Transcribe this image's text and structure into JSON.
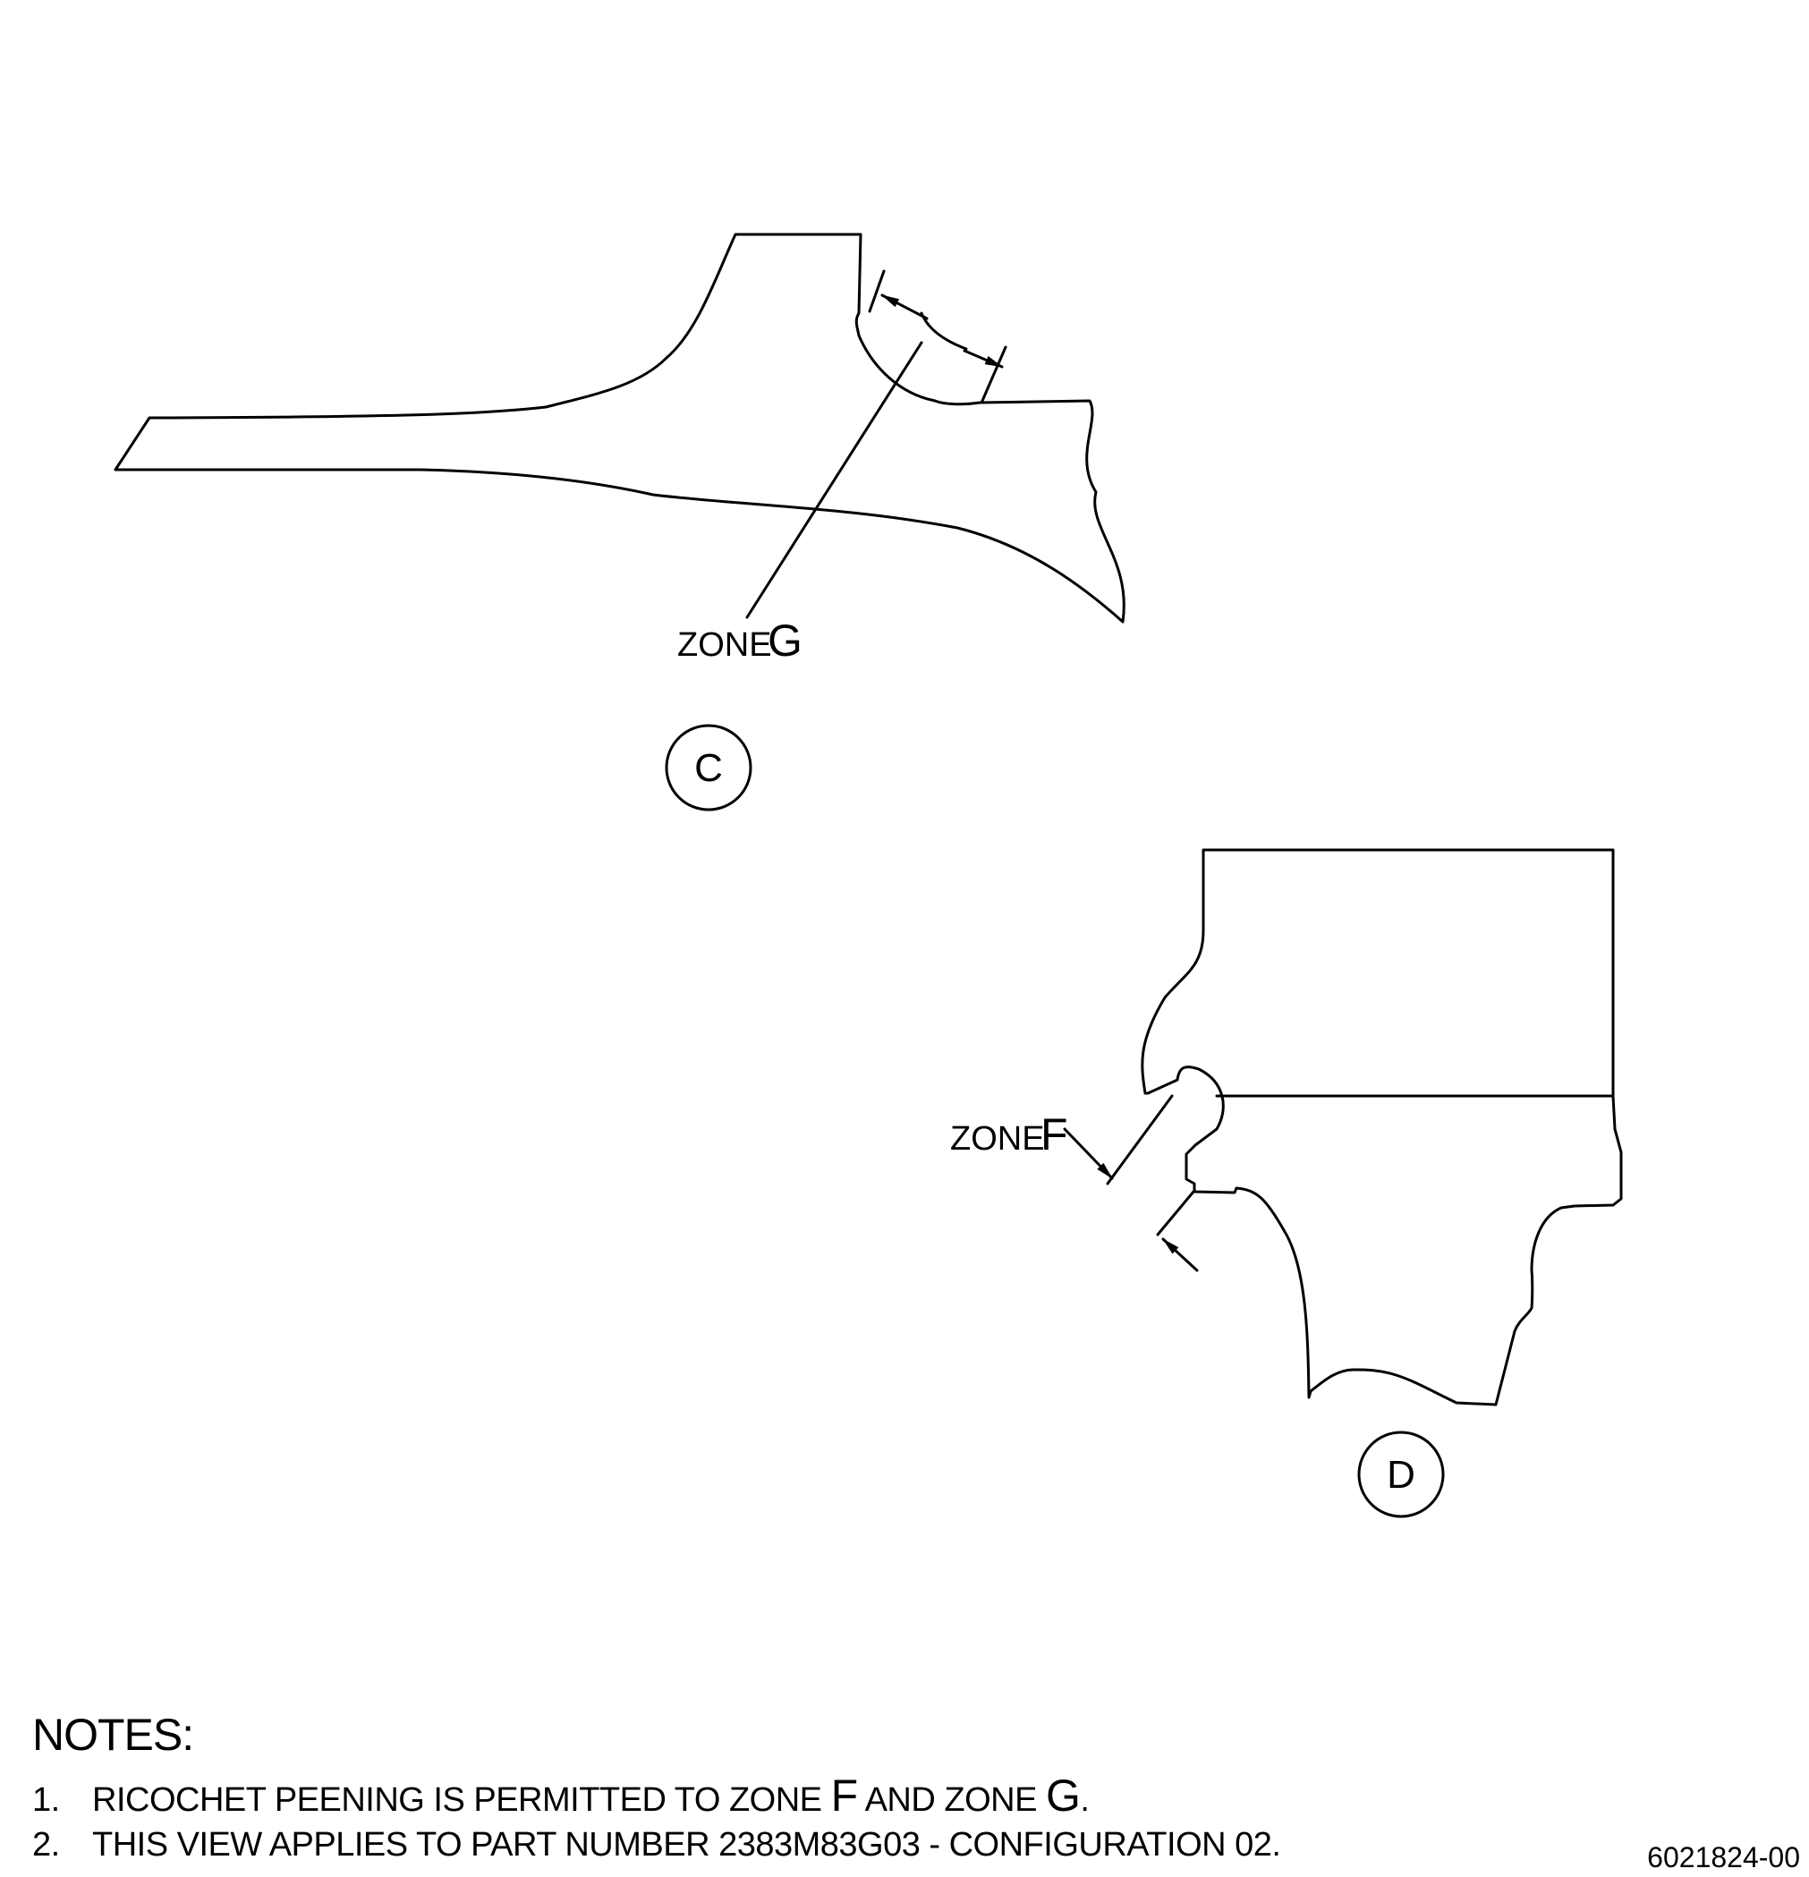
{
  "view_c": {
    "zone_prefix": "ZONE",
    "zone_letter": "G",
    "view_label": "C"
  },
  "view_d": {
    "zone_prefix": "ZONE",
    "zone_letter": "F",
    "view_label": "D"
  },
  "notes": {
    "title": "NOTES:",
    "items": [
      {
        "number": "1.",
        "text_a": "RICOCHET PEENING IS PERMITTED TO ZONE ",
        "zone_1": "F",
        "text_b": " AND ZONE ",
        "zone_2": "G",
        "text_c": "."
      },
      {
        "number": "2.",
        "text": "THIS VIEW APPLIES TO PART NUMBER 2383M83G03 - CONFIGURATION 02."
      }
    ]
  },
  "drawing_number": "6021824-00"
}
